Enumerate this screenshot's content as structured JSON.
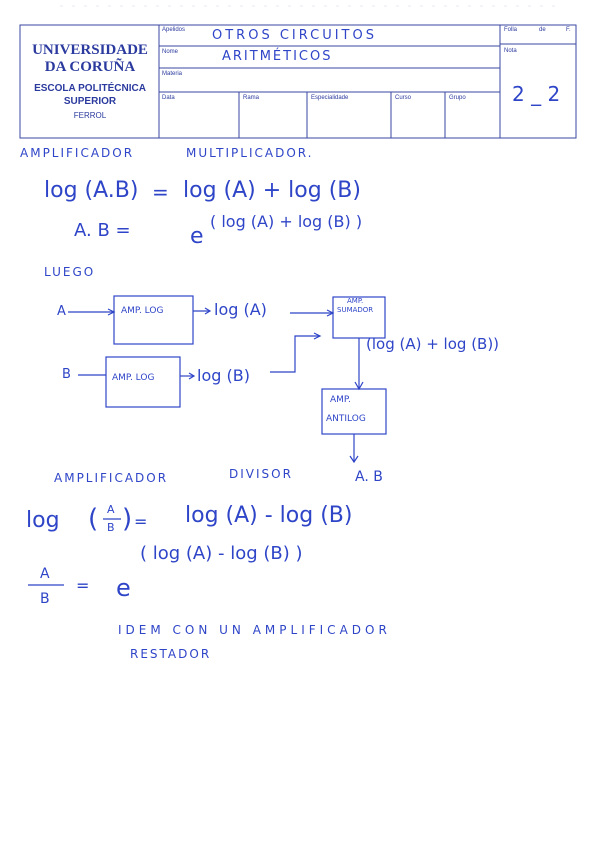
{
  "header": {
    "university_line1": "UNIVERSIDADE",
    "university_line2": "DA CORUÑA",
    "school_line1": "ESCOLA POLITÉCNICA",
    "school_line2": "SUPERIOR",
    "city": "FERROL",
    "labels": {
      "apellidos": "Apelidos",
      "nome": "Nome",
      "materia": "Materia",
      "data": "Data",
      "rama": "Rama",
      "especialidade": "Especialidade",
      "curso": "Curso",
      "grupo": "Grupo",
      "folla": "Folla",
      "de": "de",
      "f": "F.",
      "nota": "Nota"
    },
    "handwritten": {
      "apellidos": "OTROS CIRCUITOS",
      "nome": "ARITMÉTICOS",
      "page": "2 _ 2"
    }
  },
  "content": {
    "heading_mult_1": "AMPLIFICADOR",
    "heading_mult_2": "MULTIPLICADOR.",
    "eq1_left": "log (A.B)",
    "eq1_eq": "=",
    "eq1_right": "log (A) + log (B)",
    "eq2_left": "A. B =",
    "eq2_base": "e",
    "eq2_exp": "( log (A) + log (B) )",
    "luego": "LUEGO",
    "in_a": "A",
    "in_b": "B",
    "box_log_a": "AMP. LOG",
    "box_log_b": "AMP. LOG",
    "out_log_a": "log (A)",
    "out_log_b": "log (B)",
    "box_sum_1": "AMP.",
    "box_sum_2": "SUMADOR",
    "sum_out": "(log (A) + log (B))",
    "box_antilog_1": "AMP.",
    "box_antilog_2": "ANTILOG",
    "out_ab": "A. B",
    "heading_div_1": "AMPLIFICADOR",
    "heading_div_2": "DIVISOR",
    "eq3_log": "log",
    "eq3_frac_num": "A",
    "eq3_frac_den": "B",
    "eq3_eq": "=",
    "eq3_right": "log (A) - log (B)",
    "eq4_num": "A",
    "eq4_den": "B",
    "eq4_eq": "=",
    "eq4_base": "e",
    "eq4_exp": "( log (A) - log (B) )",
    "note_line1": "IDEM CON UN AMPLIFICADOR",
    "note_line2": "RESTADOR"
  },
  "colors": {
    "ink": "#2f45c8",
    "print": "#2b3a9e"
  }
}
